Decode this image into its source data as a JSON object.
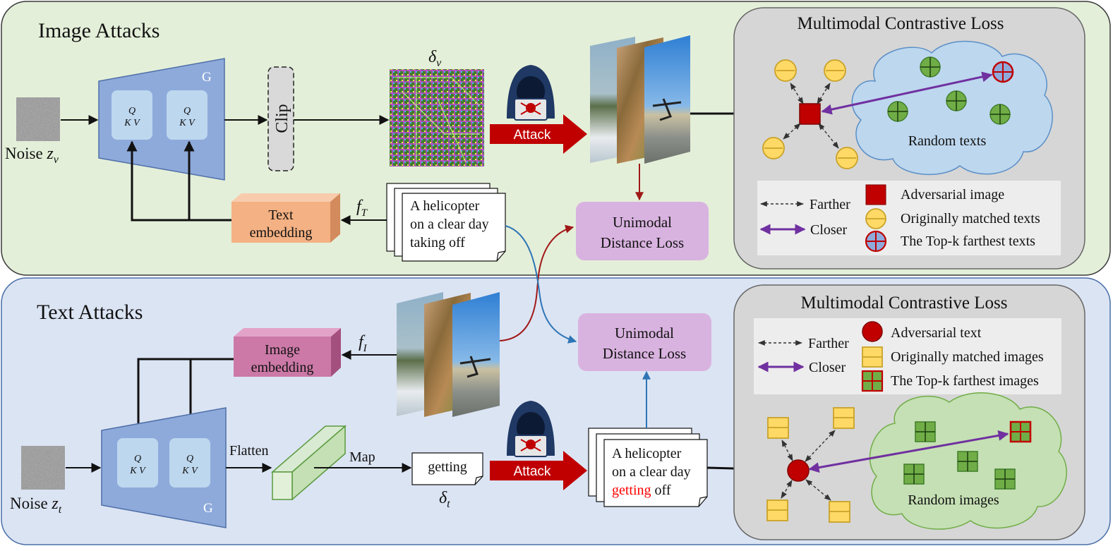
{
  "image_attacks": {
    "title": "Image Attacks",
    "noise_label": "Noise ",
    "noise_symbol": "z",
    "noise_subscript": "v",
    "generator_label": "G",
    "qkv_q": "Q",
    "qkv_kv": "K V",
    "clip_label": "Clip",
    "delta_symbol": "δ",
    "delta_subscript": "v",
    "attack_label": "Attack",
    "text_embedding_line1": "Text",
    "text_embedding_line2": "embedding",
    "f_symbol": "f",
    "f_subscript": "T",
    "caption_line1": "A helicopter",
    "caption_line2": "on a clear day",
    "caption_line3": "taking off",
    "unimodal_line1": "Unimodal",
    "unimodal_line2": "Distance Loss",
    "contrastive": {
      "title": "Multimodal Contrastive Loss",
      "cloud_label": "Random texts",
      "legend_farther": "Farther",
      "legend_closer": "Closer",
      "legend_adv": "Adversarial image",
      "legend_matched": "Originally matched texts",
      "legend_topk": "The Top-k farthest texts"
    }
  },
  "text_attacks": {
    "title": "Text Attacks",
    "noise_label": "Noise ",
    "noise_symbol": "z",
    "noise_subscript": "t",
    "generator_label": "G",
    "qkv_q": "Q",
    "qkv_kv": "K V",
    "image_embedding_line1": "Image",
    "image_embedding_line2": "embedding",
    "f_symbol": "f",
    "f_subscript": "I",
    "flatten_label": "Flatten",
    "map_label": "Map",
    "token_label": "getting",
    "delta_symbol": "δ",
    "delta_subscript": "t",
    "attack_label": "Attack",
    "caption_line1": "A helicopter",
    "caption_line2": "on a clear day",
    "caption_line3_red": "getting",
    "caption_line3_rest": " off",
    "unimodal_line1": "Unimodal",
    "unimodal_line2": "Distance Loss",
    "contrastive": {
      "title": "Multimodal Contrastive Loss",
      "cloud_label": "Random images",
      "legend_farther": "Farther",
      "legend_closer": "Closer",
      "legend_adv": "Adversarial text",
      "legend_matched": "Originally matched images",
      "legend_topk": "The Top-k farthest images"
    }
  },
  "colors": {
    "image_panel_bg": "#e4efd9",
    "text_panel_bg": "#dbe4f3",
    "contrastive_bg": "#d6d6d6",
    "generator_fill": "#8eaadb",
    "attention_fill": "#bdd7ee",
    "text_embedding": "#f4b183",
    "image_embedding": "#cc79a7",
    "unimodal_fill": "#d9b3e0",
    "attack_red": "#c00000",
    "closer_purple": "#7030a0",
    "blue_arrow": "#2e75b6",
    "dark_red_arrow": "#a01818",
    "text_cloud": "#bdd7ee",
    "image_cloud": "#c5e0b4",
    "matched_yellow": "#ffd966",
    "matched_yellow_stroke": "#c9a227",
    "green_plus": "#70ad47",
    "red_highlight": "#ff0000"
  }
}
